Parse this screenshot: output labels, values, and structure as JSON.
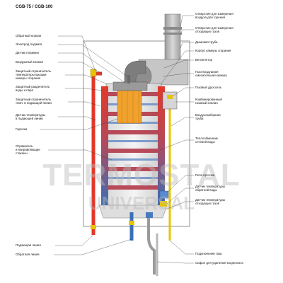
{
  "title": "CGB-75 / CGB-100",
  "watermark": {
    "line1": "TERMOSTAL",
    "line2": "UNIVERSAL"
  },
  "colors": {
    "exchanger_blue": "#3b6fb6",
    "exchanger_red": "#e2382a",
    "burner_orange": "#f0a22e",
    "gas_yellow": "#e7c400",
    "casing_gray": "#8c8c8c",
    "pipe_gray": "#bcbcbc",
    "fan_gray": "#a8a8a8"
  },
  "labels_left": [
    {
      "id": "check-valve",
      "text": "Обратный клапан"
    },
    {
      "id": "ignition-electrode",
      "text": "Электрод поджига"
    },
    {
      "id": "flame-sensor",
      "text": "Датчик пламени"
    },
    {
      "id": "air-valve",
      "text": "Воздушный клапан"
    },
    {
      "id": "protective-limiter-cover",
      "lines": [
        "Защитный ограничитель",
        "температуры крышки",
        "камеры сгорания"
      ]
    },
    {
      "id": "protective-separator",
      "lines": [
        "Защитный разделитель",
        "воды и пара"
      ]
    },
    {
      "id": "protective-limiter-supply",
      "lines": [
        "Защитный ограничитель",
        "темп. в подающей линии"
      ]
    },
    {
      "id": "supply-temp-sensor",
      "lines": [
        "Датчик температуры",
        "в подающей линии"
      ]
    },
    {
      "id": "burner",
      "text": "Горелка"
    },
    {
      "id": "reflecting-walls",
      "lines": [
        "Отражатель",
        "и направляющие",
        "стаканы"
      ]
    },
    {
      "id": "supply-line",
      "text": "Подающая линия"
    },
    {
      "id": "return-line",
      "text": "Обратная линия"
    }
  ],
  "labels_right": [
    {
      "id": "combustion-air-opening",
      "lines": [
        "Отверстие для измерения",
        "воздуха для горения"
      ]
    },
    {
      "id": "flue-gas-opening",
      "lines": [
        "Отверстие для измерения",
        "отходящих газов"
      ]
    },
    {
      "id": "flue-pipe",
      "text": "Дымовая труба"
    },
    {
      "id": "combustion-chamber-housing",
      "text": "Корпус камеры сгорания"
    },
    {
      "id": "fan",
      "text": "Вентилятор"
    },
    {
      "id": "gas-air-mixing-chamber",
      "lines": [
        "Газо-воздушная",
        "смесительная камера"
      ]
    },
    {
      "id": "gas-throttle",
      "text": "Газовый дроссель"
    },
    {
      "id": "combined-gas-valve",
      "lines": [
        "Комбинированный",
        "газовый клапан"
      ]
    },
    {
      "id": "air-intake-pipe",
      "lines": [
        "Воздухозаборная",
        "труба"
      ]
    },
    {
      "id": "heat-exchanger-water",
      "lines": [
        "Теплообменник",
        "сетевой воды"
      ]
    },
    {
      "id": "flow-sensor",
      "text": "Реле протока"
    },
    {
      "id": "return-temp-sensor",
      "lines": [
        "Датчик температуры",
        "обратной воды"
      ]
    },
    {
      "id": "flue-temp-sensor",
      "lines": [
        "Датчик температуры",
        "отходящих газов"
      ]
    },
    {
      "id": "gas-connection",
      "text": "Подключение газа"
    },
    {
      "id": "condensate-siphon",
      "text": "Сифон для удаления конденсата"
    }
  ]
}
